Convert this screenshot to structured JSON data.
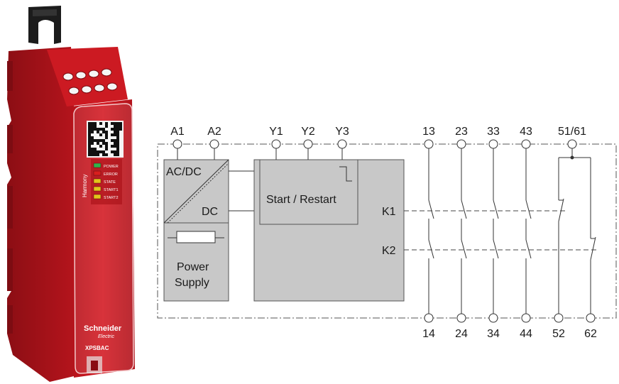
{
  "product": {
    "brand": "Schneider",
    "brand_sub": "Electric",
    "model": "XPSBAC",
    "series": "Harmony",
    "leds": [
      {
        "label": "POWER",
        "color": "#2fb34a"
      },
      {
        "label": "ERROR",
        "color": "#d81e1e"
      },
      {
        "label": "STATE",
        "color": "#e2c51b"
      },
      {
        "label": "START1",
        "color": "#e2c51b"
      },
      {
        "label": "START2",
        "color": "#e2c51b"
      }
    ],
    "colors": {
      "housing": "#d11a22",
      "housing_dark": "#9e1118",
      "front": "#c6151d"
    }
  },
  "diagram": {
    "top_terminals": [
      "A1",
      "A2",
      "Y1",
      "Y2",
      "Y3",
      "13",
      "23",
      "33",
      "43",
      "51/61"
    ],
    "bottom_terminals": [
      "14",
      "24",
      "34",
      "44",
      "52",
      "62"
    ],
    "power_supply": {
      "converter_top": "AC/DC",
      "converter_bottom": "DC",
      "label_line1": "Power",
      "label_line2": "Supply"
    },
    "logic_block": {
      "label": "Start / Restart"
    },
    "relays": [
      "K1",
      "K2"
    ],
    "colors": {
      "block_fill": "#c8c8c8",
      "line": "#2a2a2a"
    }
  }
}
